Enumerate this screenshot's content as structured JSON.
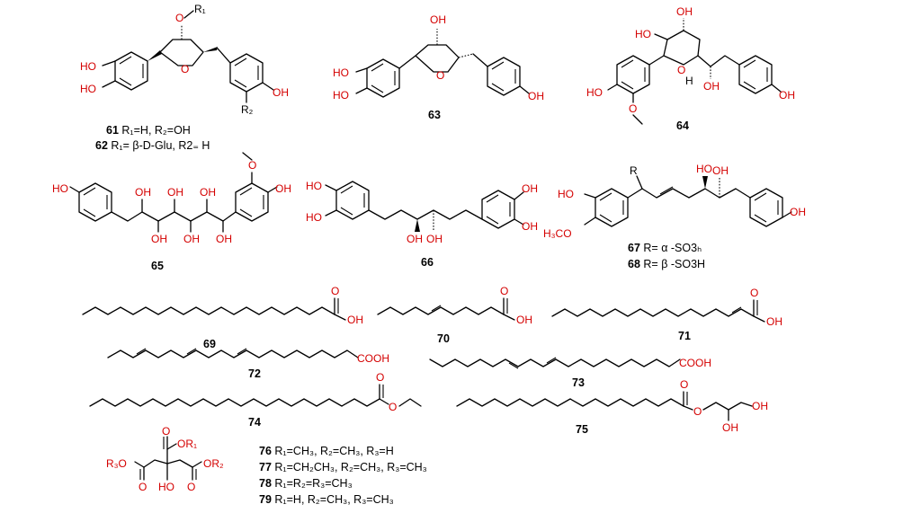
{
  "figure": {
    "compounds": [
      {
        "number": "61",
        "label": "R₁=H, R₂=OH"
      },
      {
        "number": "62",
        "label": "R₁= β-D-Glu, R2₌ H"
      },
      {
        "number": "63",
        "label": ""
      },
      {
        "number": "64",
        "label": ""
      },
      {
        "number": "65",
        "label": ""
      },
      {
        "number": "66",
        "label": ""
      },
      {
        "number": "67",
        "label": "R= α -SO3ₕ"
      },
      {
        "number": "68",
        "label": "R= β -SO3H"
      },
      {
        "number": "69",
        "label": ""
      },
      {
        "number": "70",
        "label": ""
      },
      {
        "number": "71",
        "label": ""
      },
      {
        "number": "72",
        "label": ""
      },
      {
        "number": "73",
        "label": ""
      },
      {
        "number": "74",
        "label": ""
      },
      {
        "number": "75",
        "label": ""
      },
      {
        "number": "76",
        "label": "R₁=CH₃, R₂=CH₃, R₃=H"
      },
      {
        "number": "77",
        "label": "R₁=CH₂CH₃, R₂=CH₃, R₃=CH₃"
      },
      {
        "number": "78",
        "label": "R₁=R₂=R₃=CH₃"
      },
      {
        "number": "79",
        "label": "R₁=H, R₂=CH₃, R₃=CH₃"
      }
    ],
    "atom_labels": {
      "oh": "OH",
      "ho": "HO",
      "o": "O",
      "h": "H",
      "r": "R",
      "cooh": "COOH",
      "or1": "OR₁",
      "or2": "OR₂",
      "r3o": "R₃O",
      "o_r1": "O",
      "r1": "R₁",
      "r2": "R₂",
      "h3co": "H₃CO"
    },
    "colors": {
      "heteroatom": "#d40000",
      "bond": "#000000",
      "background": "#ffffff"
    }
  }
}
